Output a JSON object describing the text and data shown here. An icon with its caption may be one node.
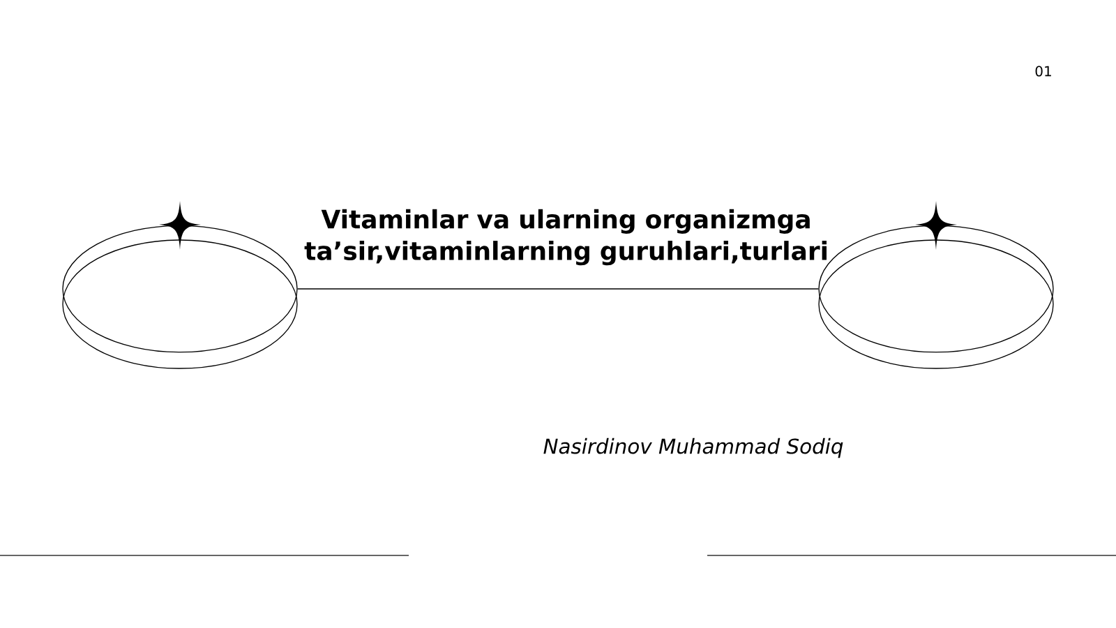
{
  "diagram": {
    "title": "Vitaminlar va ularning organizmga ta’sir,vitaminlarning guruhlari,turlari",
    "nodes": [
      {
        "text": [],
        "shape": "ellipse"
      },
      {
        "text": [],
        "shape": "ellipse"
      }
    ],
    "edges": [
      {
        "from": 0,
        "to": 1,
        "arrow": "none"
      }
    ],
    "labels": [
      "01",
      "Nasirdinov Muhammad Sodiq"
    ]
  }
}
